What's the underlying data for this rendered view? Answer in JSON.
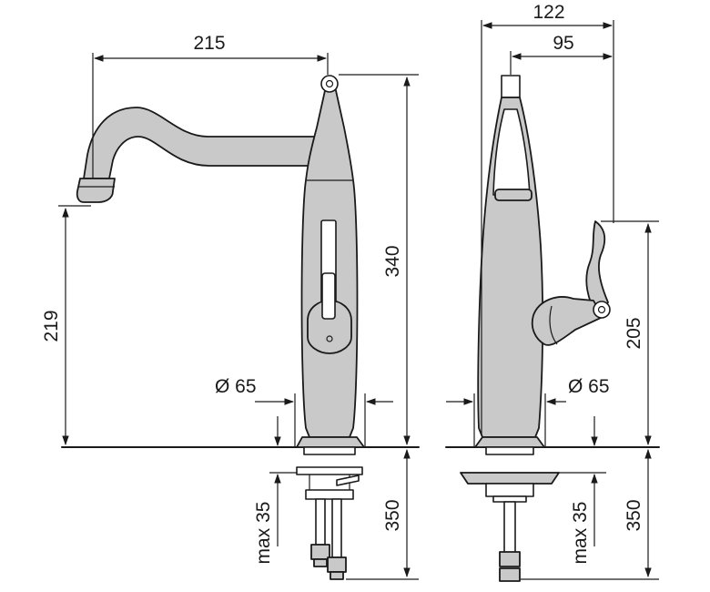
{
  "dimensions": {
    "spout_reach": "215",
    "spout_height": "219",
    "total_height": "340",
    "base_diameter_front": "Ø 65",
    "shank_length_front": "350",
    "deck_thickness_front": "max 35",
    "side_depth_total": "122",
    "side_depth_body": "95",
    "lever_height": "205",
    "base_diameter_side": "Ø 65",
    "shank_length_side": "350",
    "deck_thickness_side": "max 35"
  }
}
